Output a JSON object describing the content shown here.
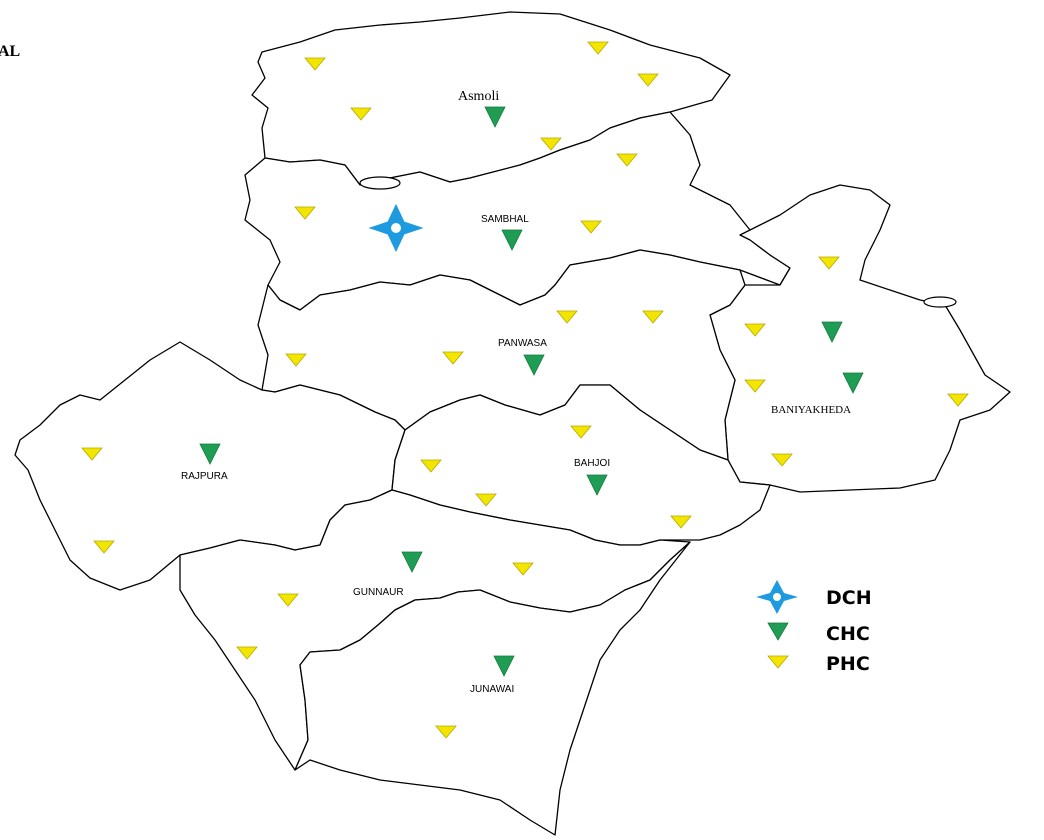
{
  "corner_title": "AL",
  "legend": {
    "dch_label": "DCH",
    "chc_label": "CHC",
    "phc_label": "PHC"
  },
  "colors": {
    "dch": "#1e9be0",
    "chc": "#1f9d55",
    "phc": "#f2e600"
  },
  "blocks": {
    "asmoli": "Asmoli",
    "sambhal": "SAMBHAL",
    "panwasa": "PANWASA",
    "baniyakheda": "BANIYAKHEDA",
    "rajpura": "RAJPURA",
    "bahjoi": "BAHJOI",
    "gunnaur": "GUNNAUR",
    "junawai": "JUNAWAI"
  }
}
